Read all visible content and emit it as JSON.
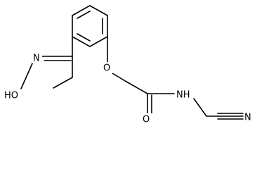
{
  "molecule": {
    "atoms": {
      "ether_oxygen": "O",
      "carbonyl_oxygen": "O",
      "amide_nitrogen": "NH",
      "nitrile_nitrogen": "N",
      "oxime_group": "HO",
      "oxime_nitrogen": "N"
    }
  }
}
